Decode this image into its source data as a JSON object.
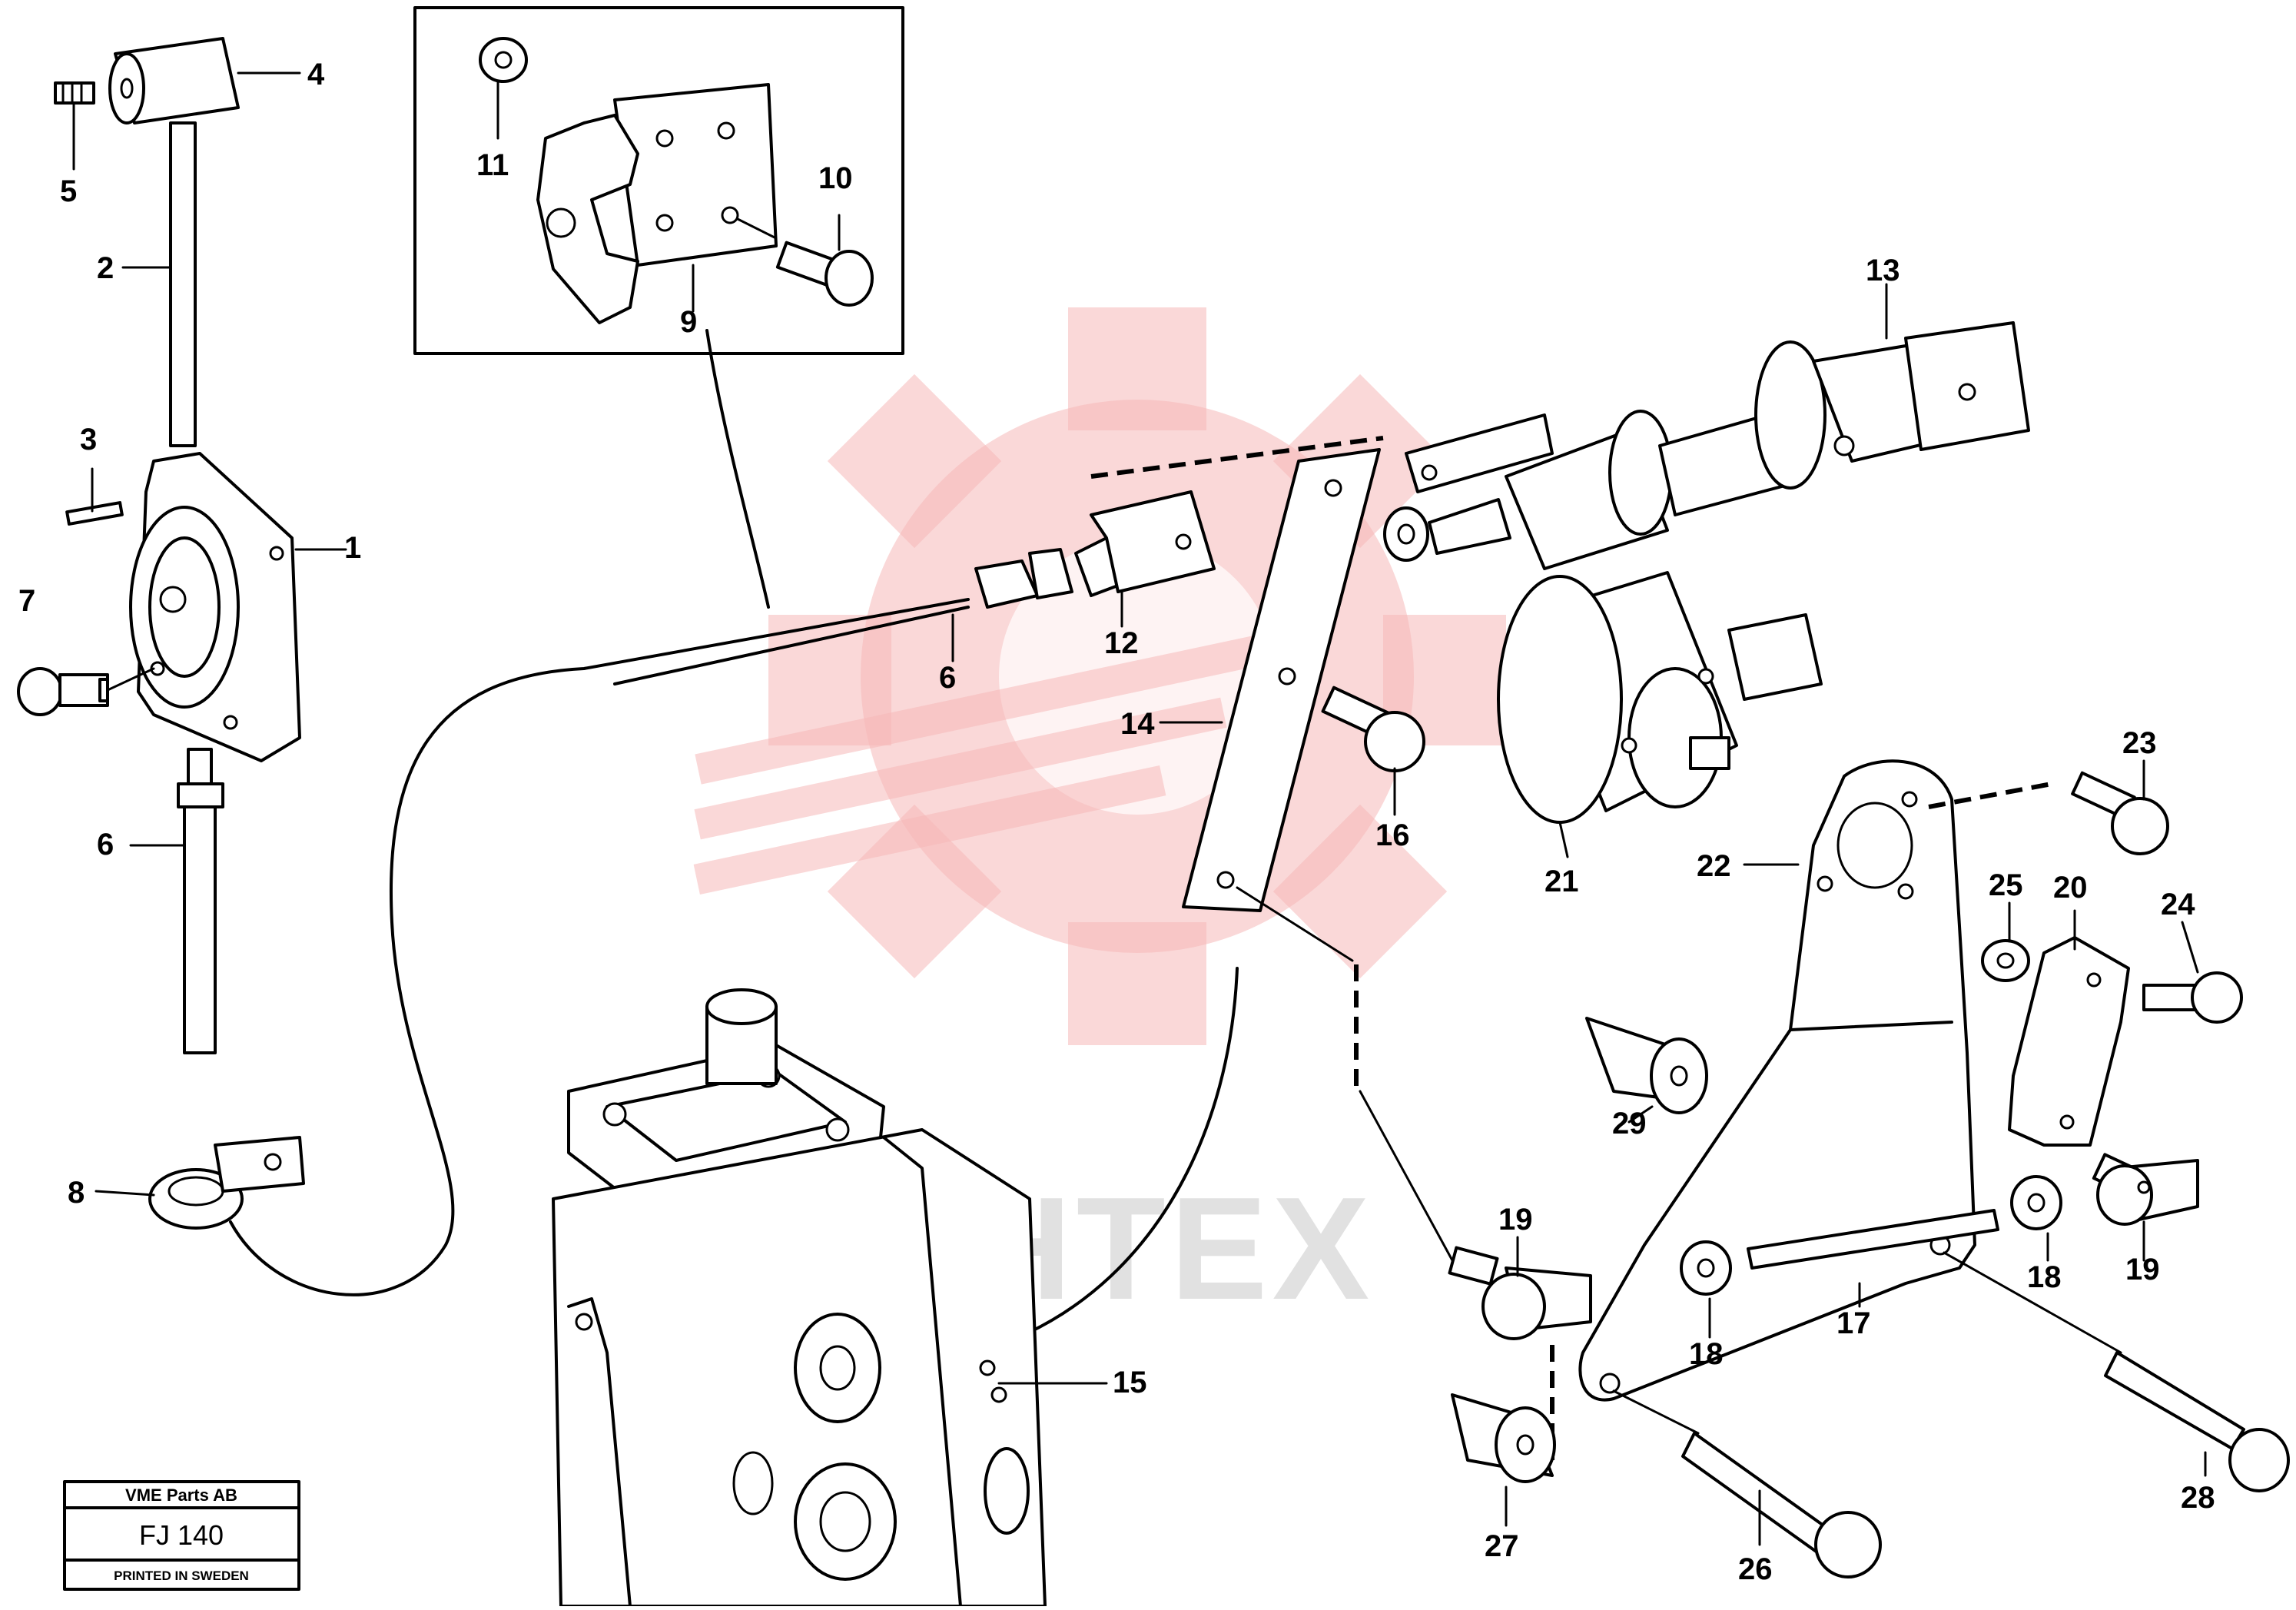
{
  "callouts": {
    "c1": "1",
    "c2": "2",
    "c3": "3",
    "c4": "4",
    "c5": "5",
    "c6a": "6",
    "c6b": "6",
    "c7": "7",
    "c8": "8",
    "c9": "9",
    "c10": "10",
    "c11": "11",
    "c12": "12",
    "c13": "13",
    "c14": "14",
    "c15": "15",
    "c16": "16",
    "c17": "17",
    "c18a": "18",
    "c18b": "18",
    "c19a": "19",
    "c19b": "19",
    "c20": "20",
    "c21": "21",
    "c22": "22",
    "c23": "23",
    "c24": "24",
    "c25": "25",
    "c26": "26",
    "c27": "27",
    "c28": "28",
    "c29": "29"
  },
  "title_block": {
    "company": "VME Parts AB",
    "code": "FJ 140",
    "footer": "PRINTED IN SWEDEN"
  },
  "watermark": {
    "text": "ИНТЕХ",
    "color": "#f5b8b8"
  }
}
